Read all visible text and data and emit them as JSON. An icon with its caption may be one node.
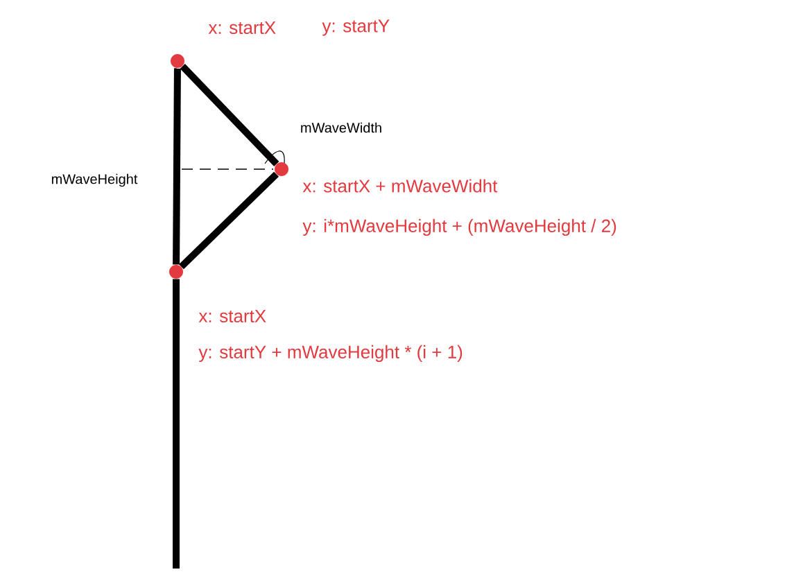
{
  "diagram": {
    "nodes": [
      {
        "text": [],
        "shape": "circle",
        "beside": [
          "x: startX",
          "y: startY"
        ]
      },
      {
        "text": [],
        "shape": "circle",
        "beside": [
          "x: startX + mWaveWidht",
          "y: i*mWaveHeight + (mWaveHeight / 2)"
        ]
      },
      {
        "text": [],
        "shape": "circle",
        "beside": [
          "x: startX",
          "y: startY + mWaveHeight * (i + 1)"
        ]
      }
    ],
    "edges": [
      {
        "from": 0,
        "to": 1,
        "arrow": "none"
      },
      {
        "from": 1,
        "to": 2,
        "arrow": "none"
      },
      {
        "from": 0,
        "to": 2,
        "arrow": "none"
      },
      {
        "from": 2,
        "to": null,
        "arrow": "none"
      }
    ],
    "labels": [
      "mWaveWidth",
      "mWaveHeight"
    ]
  }
}
